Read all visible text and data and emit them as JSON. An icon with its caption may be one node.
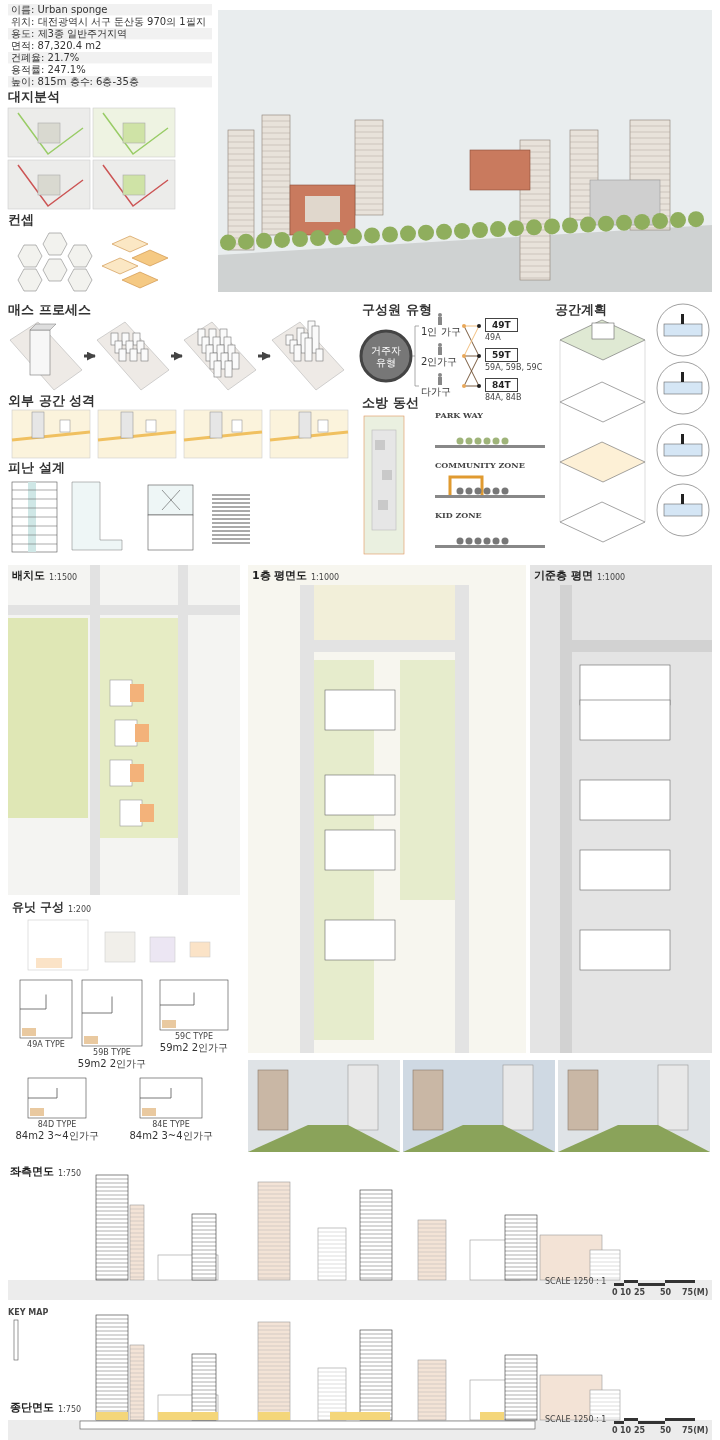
{
  "diagram": {
    "nodes": [
      {
        "text": [],
        "shape": "picture"
      },
      {
        "text": [],
        "shape": "picture"
      },
      {
        "text": [],
        "shape": "picture"
      },
      {
        "text": [],
        "shape": "picture"
      }
    ],
    "edges": [
      {
        "from": 0,
        "to": 1,
        "arrow": "to"
      },
      {
        "from": 1,
        "to": 2,
        "arrow": "to"
      },
      {
        "from": 2,
        "to": 3,
        "arrow": "to"
      }
    ],
    "labels": [
      "이름: Urban sponge",
      "위치: 대전광역시 서구 둔산동 970의 1필지",
      "용도: 제3종 일반주거지역",
      "면적: 87,320.4 m2",
      "건폐율: 21.7%",
      "용적률: 247.1%",
      "높이: 815m 층수: 6층-35층",
      "대지분석",
      "컨셉",
      "매스 프로세스",
      "외부 공간 성격",
      "피난 설계",
      "구성원 유형",
      "거주자 유형",
      "1인 가구",
      "2인가구",
      "다가구",
      "49T",
      "49A",
      "59T",
      "59A, 59B, 59C",
      "84T",
      "84A, 84B",
      "공간계획",
      "소방 동선",
      "PARK WAY",
      "COMMUNITY ZONE",
      "KID ZONE",
      "배치도",
      "1:1500",
      "1층 평면도",
      "1:1000",
      "기준층 평면",
      "1:1000",
      "유닛 구성",
      "1:200",
      "49A TYPE",
      "59B TYPE",
      "59m2 2인가구",
      "59C TYPE",
      "59m2 2인가구",
      "84D TYPE",
      "84m2 3~4인가구",
      "84E TYPE",
      "84m2 3~4인가구",
      "좌측면도",
      "1:750",
      "SCALE 1250 : 1",
      "0",
      "10",
      "25",
      "50",
      "75(M)",
      "KEY MAP",
      "종단면도",
      "1:750",
      "SCALE 1250 : 1",
      "0",
      "10",
      "25",
      "50",
      "75(M)"
    ]
  }
}
